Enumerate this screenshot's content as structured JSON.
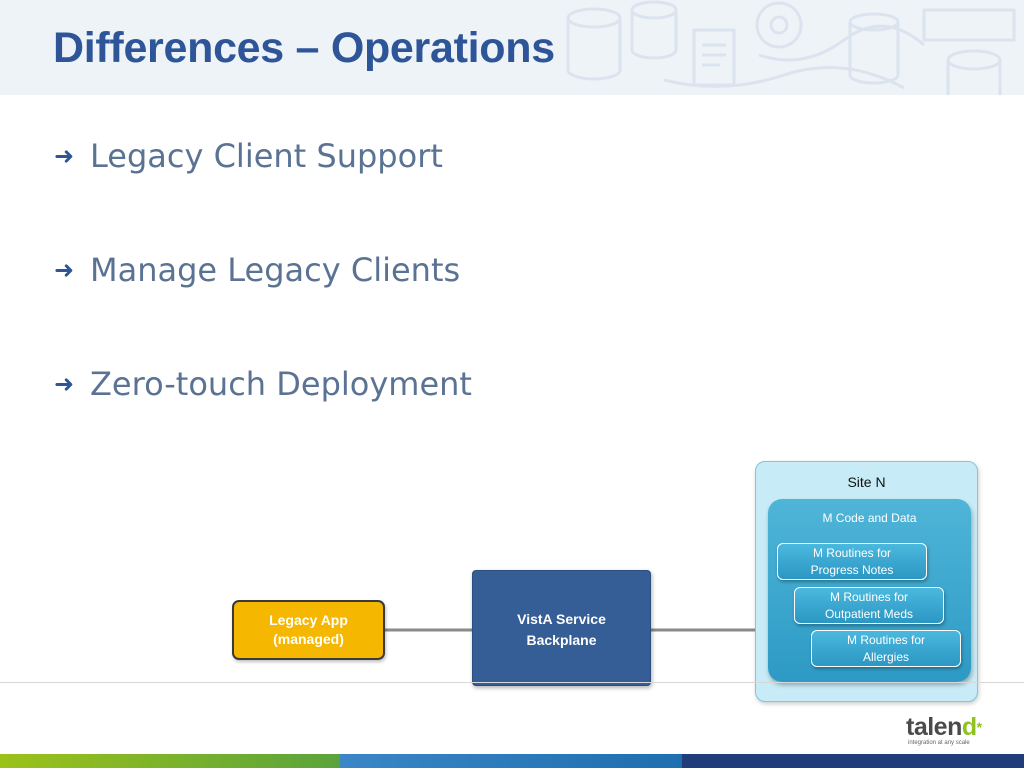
{
  "slide": {
    "title": "Differences – Operations",
    "bullets": [
      {
        "arrow": "➜",
        "text": "Legacy Client Support"
      },
      {
        "arrow": "➜",
        "text": "Manage Legacy Clients"
      },
      {
        "arrow": "➜",
        "text": "Zero-touch Deployment"
      }
    ]
  },
  "diagram": {
    "legacy_app": "Legacy App\n(managed)",
    "backplane": "VistA Service\nBackplane",
    "site": {
      "title": "Site N",
      "m_code": "M  Code and Data",
      "routines": [
        "M Routines  for\nProgress Notes",
        "M Routines  for\nOutpatient Meds",
        "M Routines  for\nAllergies"
      ]
    }
  },
  "logo": {
    "text": "talend",
    "tagline": "integration at any scale"
  },
  "colors": {
    "title": "#2e5597",
    "bullet_text": "#5b7393",
    "legacy_app": "#f6b700",
    "backplane": "#355d96",
    "site_bg": "#c8ecf7",
    "m_code": "#2d9ac5",
    "logo_accent": "#8dc21f"
  }
}
